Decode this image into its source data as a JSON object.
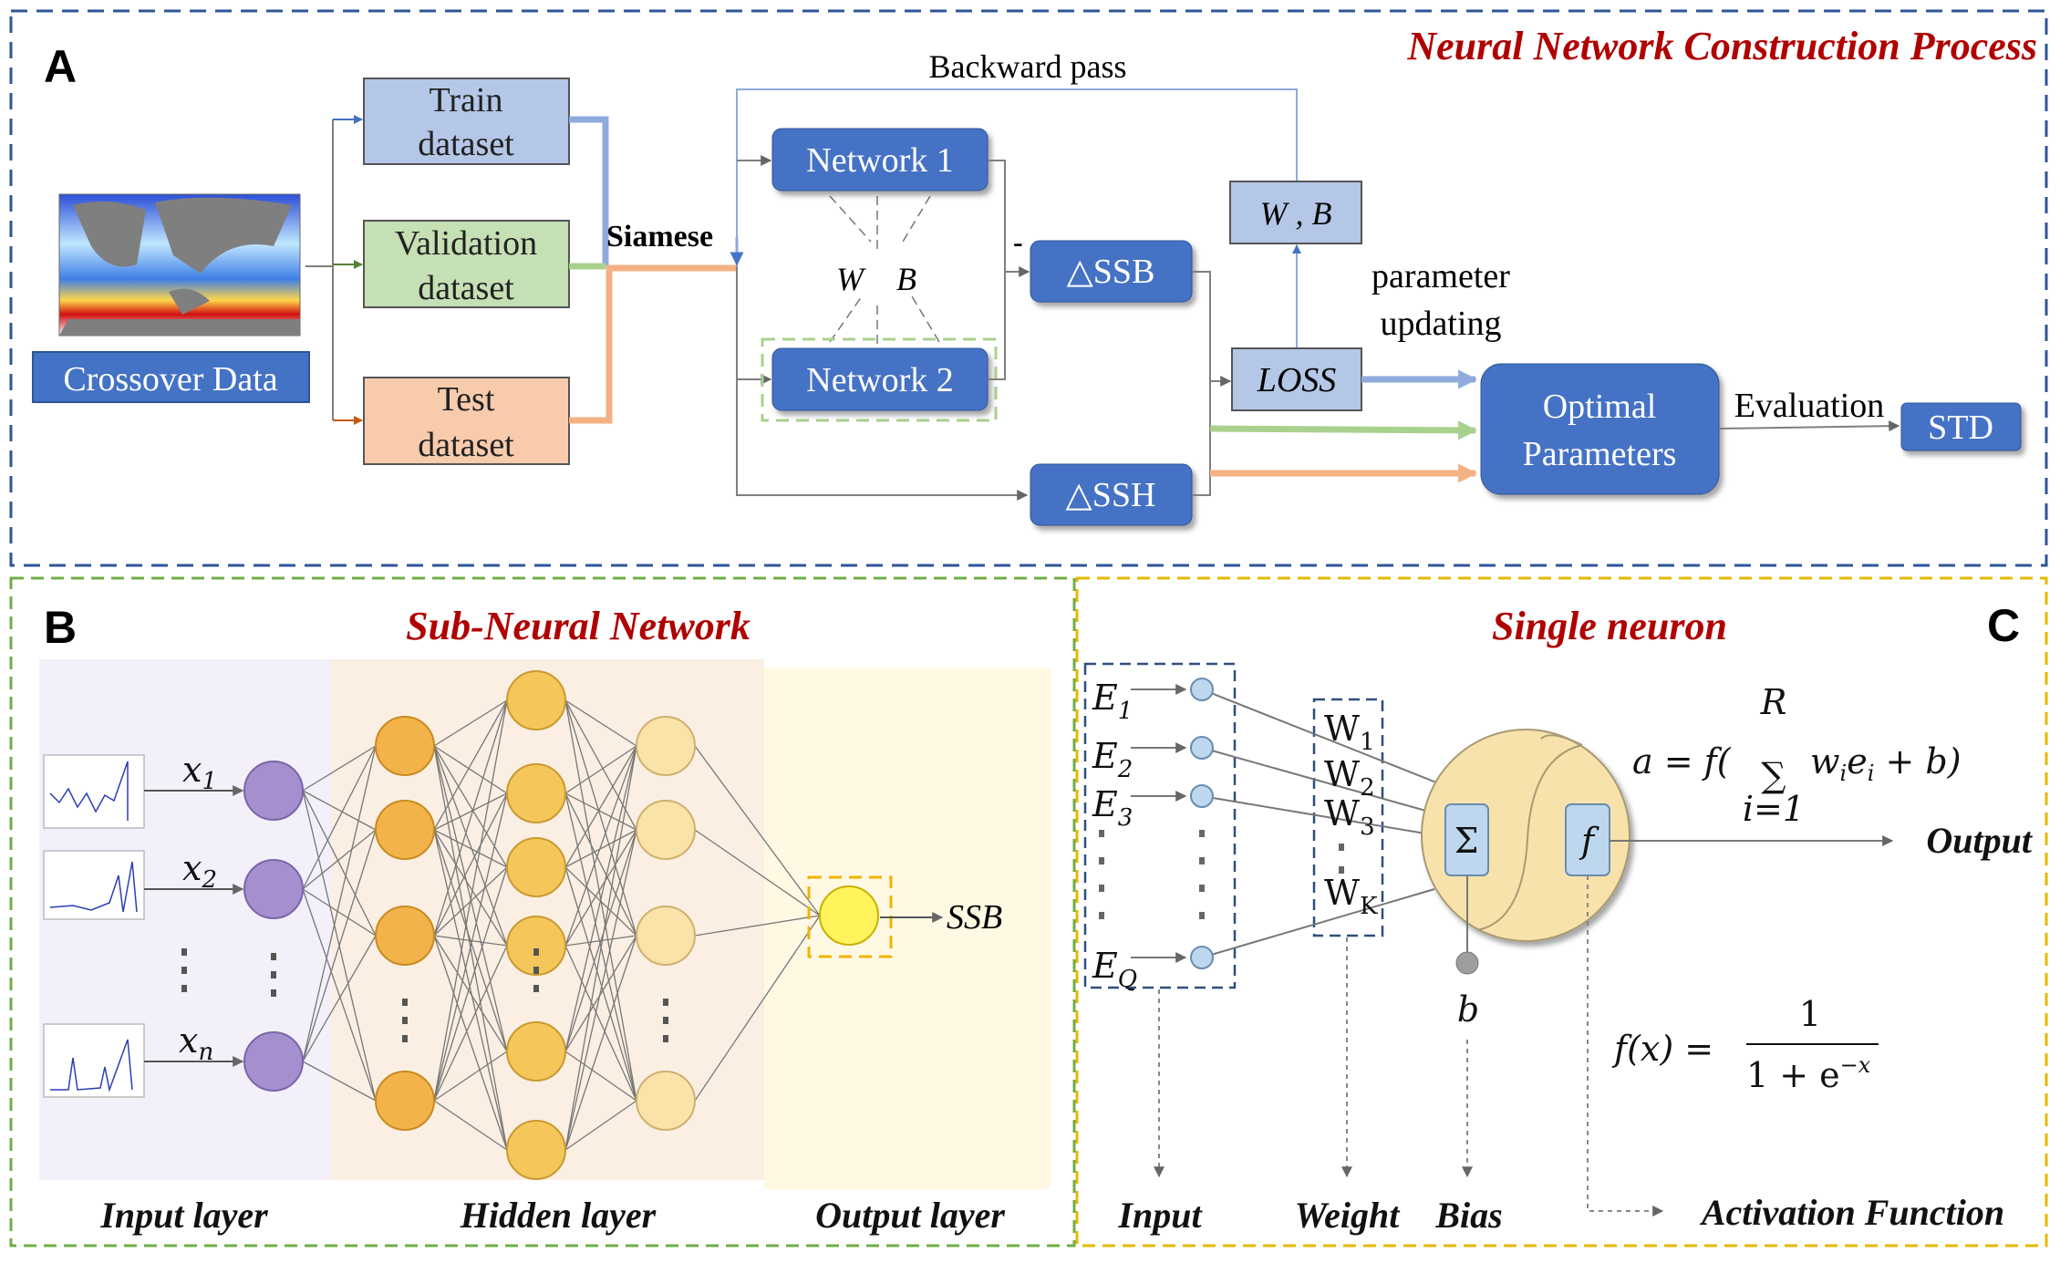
{
  "colors": {
    "panel_a_border": "#2f5597",
    "panel_b_border": "#70ad47",
    "panel_c_border": "#e6b800",
    "title_red": "#b00000",
    "box_blue": "#4472c4",
    "train_fill": "#b4c7e7",
    "validation_fill": "#c5e0b4",
    "test_fill": "#f8cbad",
    "input_node": "#a58fcf",
    "hidden_node": "#f2b44a",
    "output_node": "#fff45c",
    "neuron_fill": "#f8e2ab"
  },
  "panel_a": {
    "letter": "A",
    "title": "Neural Network Construction Process",
    "crossover": "Crossover Data",
    "train": [
      "Train",
      "dataset"
    ],
    "validation": [
      "Validation",
      "dataset"
    ],
    "test": [
      "Test",
      "dataset"
    ],
    "siamese": "Siamese",
    "backward_pass": "Backward pass",
    "network1": "Network 1",
    "network2": "Network 2",
    "w": "W",
    "b": "B",
    "minus": "-",
    "delta_ssb": "△SSB",
    "delta_ssh": "△SSH",
    "wb": "W , B",
    "loss": "LOSS",
    "param_updating": [
      "parameter",
      "updating"
    ],
    "optimal": [
      "Optimal",
      "Parameters"
    ],
    "evaluation": "Evaluation",
    "std": "STD"
  },
  "panel_b": {
    "letter": "B",
    "title": "Sub-Neural Network",
    "inputs": [
      {
        "base": "x",
        "sub": "1"
      },
      {
        "base": "x",
        "sub": "2"
      },
      {
        "base": "x",
        "sub": "n"
      }
    ],
    "output": "SSB",
    "layer_labels": [
      "Input layer",
      "Hidden layer",
      "Output layer"
    ]
  },
  "panel_c": {
    "letter": "C",
    "title": "Single neuron",
    "inputs": [
      {
        "base": "E",
        "sub": "1"
      },
      {
        "base": "E",
        "sub": "2"
      },
      {
        "base": "E",
        "sub": "3"
      },
      {
        "base": "E",
        "sub": "Q"
      }
    ],
    "weights": [
      {
        "base": "W",
        "sub": "1"
      },
      {
        "base": "W",
        "sub": "2"
      },
      {
        "base": "W",
        "sub": "3"
      },
      {
        "base": "W",
        "sub": "K"
      }
    ],
    "sum_symbol": "Σ",
    "f_symbol": "f",
    "bias_symbol": "b",
    "output": "Output",
    "formula_a": {
      "lhs": "a = f(",
      "sigma": "∑",
      "upper": "R",
      "lower": "i=1",
      "w": "w",
      "wi": "i",
      "e": "e",
      "ei": "i",
      "tail": " + b)"
    },
    "formula_f": {
      "lhs": "f(x) =",
      "num": "1",
      "den": "1 + e",
      "exp": "−x"
    },
    "labels": {
      "input": "Input",
      "weight": "Weight",
      "bias": "Bias",
      "activation": "Activation Function"
    }
  }
}
